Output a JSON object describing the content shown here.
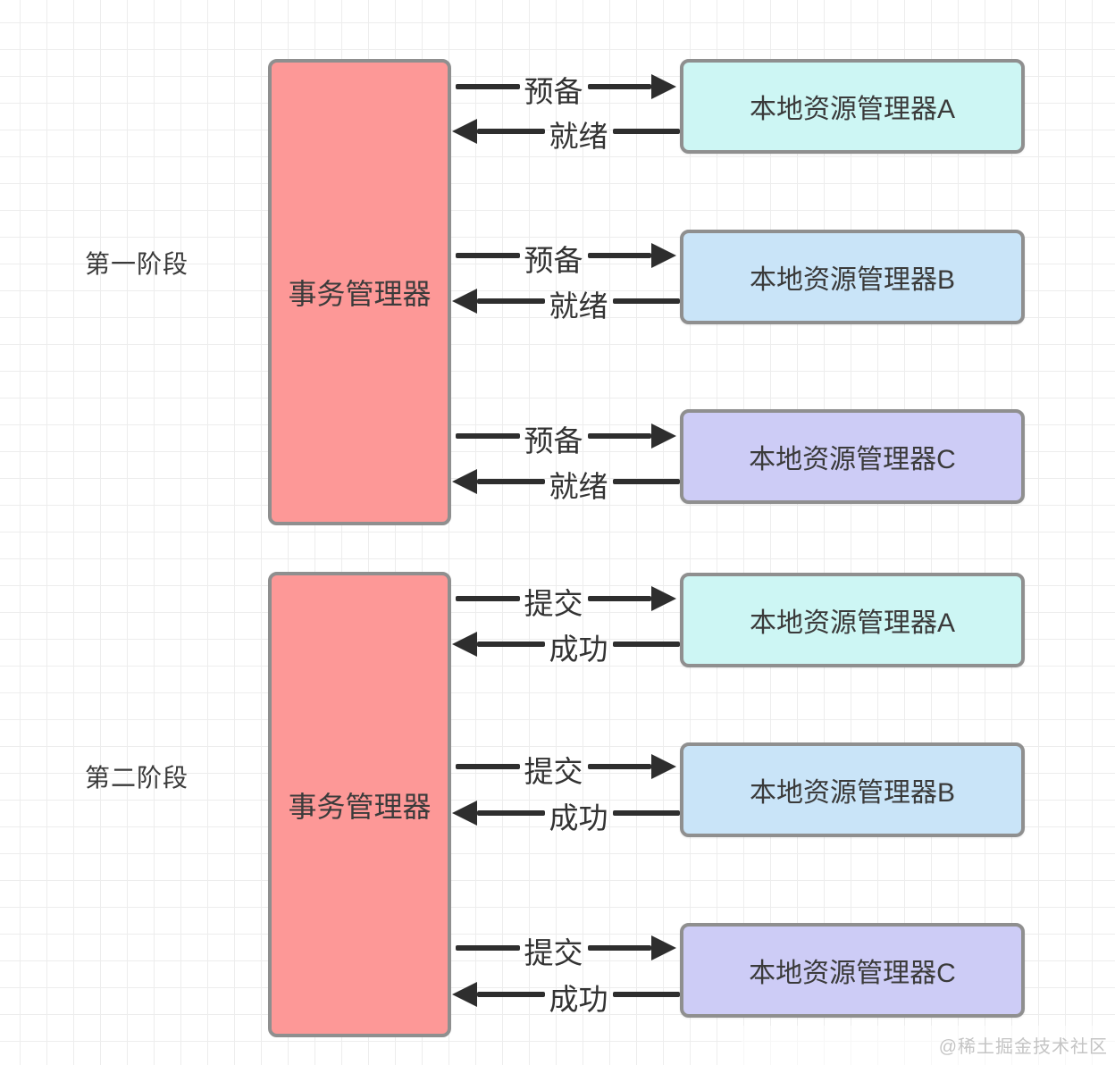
{
  "diagram": {
    "watermark": "@稀土掘金技术社区",
    "colors": {
      "transaction_manager_fill": "#fd9897",
      "resource_a_fill": "#cdf6f4",
      "resource_b_fill": "#c9e4f8",
      "resource_c_fill": "#cdccf6",
      "box_border": "#8f8f8f",
      "arrow": "#2e2e2e",
      "grid_line": "#ededed"
    },
    "phases": [
      {
        "label": "第一阶段",
        "manager": "事务管理器",
        "request_label": "预备",
        "response_label": "就绪",
        "resources": [
          {
            "label": "本地资源管理器A"
          },
          {
            "label": "本地资源管理器B"
          },
          {
            "label": "本地资源管理器C"
          }
        ]
      },
      {
        "label": "第二阶段",
        "manager": "事务管理器",
        "request_label": "提交",
        "response_label": "成功",
        "resources": [
          {
            "label": "本地资源管理器A"
          },
          {
            "label": "本地资源管理器B"
          },
          {
            "label": "本地资源管理器C"
          }
        ]
      }
    ]
  }
}
